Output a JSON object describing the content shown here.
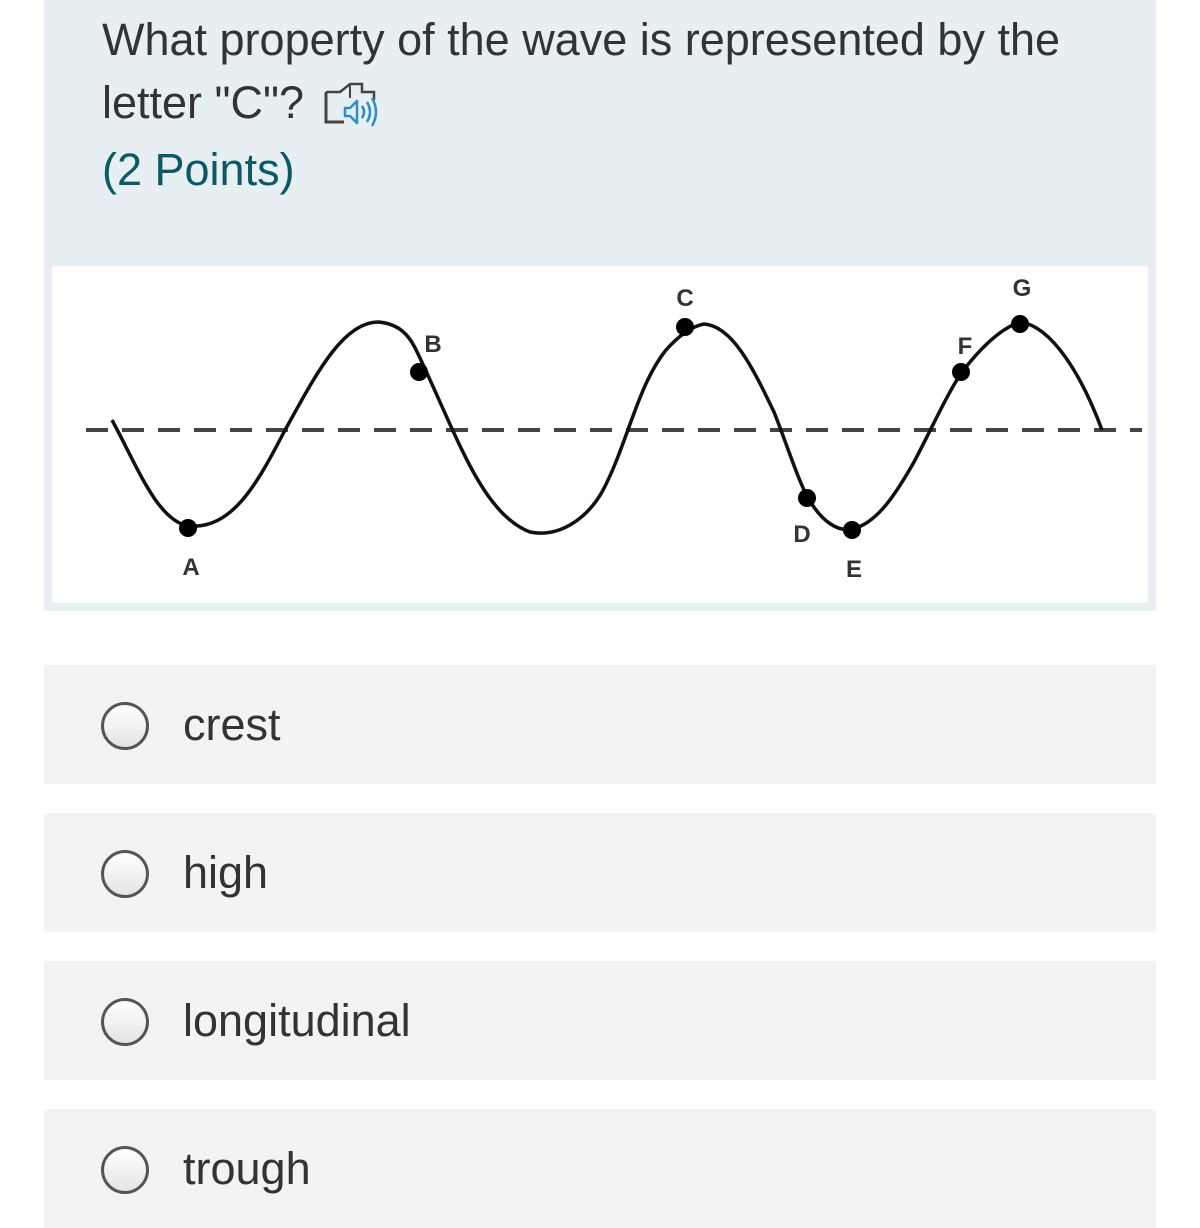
{
  "question": {
    "text": "What property of the wave is represented by the letter \"C\"?",
    "points": "(2 Points)",
    "reader_icon": "immersive-reader-icon"
  },
  "figure": {
    "point_labels": [
      "A",
      "B",
      "C",
      "D",
      "E",
      "F",
      "G"
    ]
  },
  "options": [
    {
      "label": "crest",
      "selected": false
    },
    {
      "label": "high",
      "selected": false
    },
    {
      "label": "longitudinal",
      "selected": false
    },
    {
      "label": "trough",
      "selected": false
    }
  ]
}
